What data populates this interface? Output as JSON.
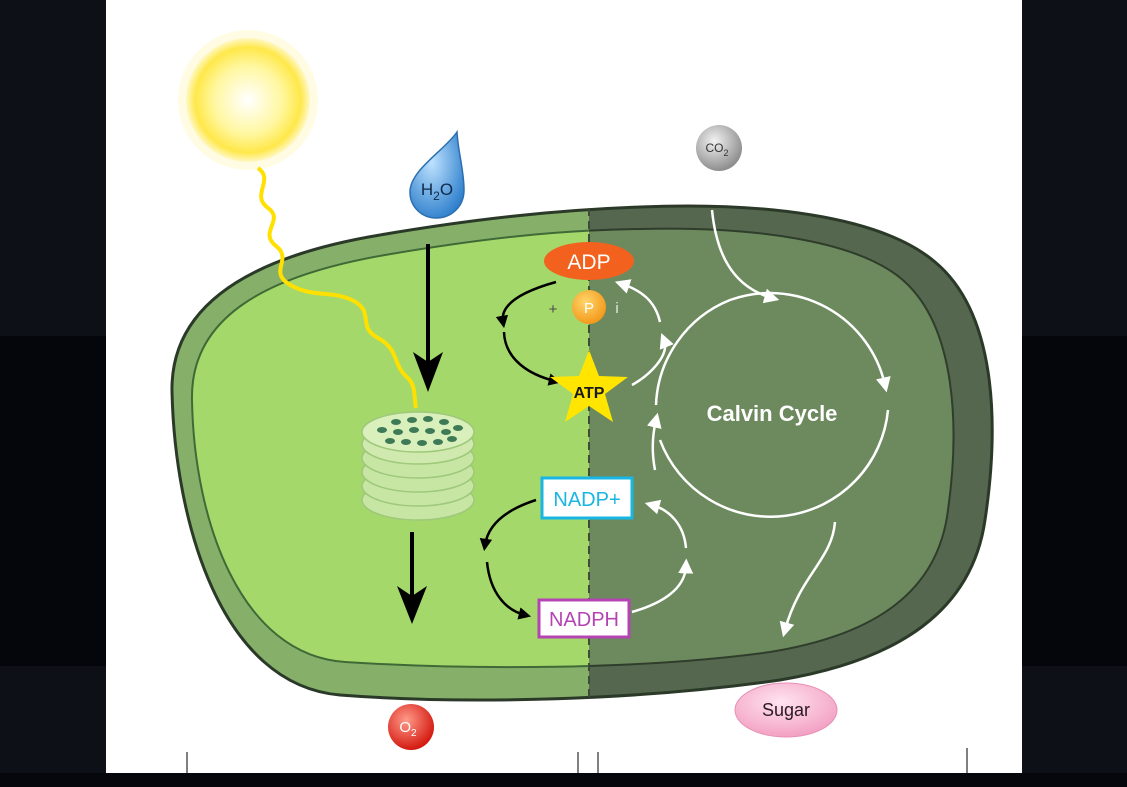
{
  "molecules": {
    "water": "H2O",
    "water_main": "H",
    "water_sub": "2",
    "water_tail": "O",
    "carbon_dioxide_main": "CO",
    "carbon_dioxide_sub": "2",
    "oxygen_main": "O",
    "oxygen_sub": "2",
    "adp": "ADP",
    "plus": "+",
    "phosphate": "P",
    "phosphate_suffix": "i",
    "atp": "ATP",
    "nadp_plus": "NADP+",
    "nadph": "NADPH",
    "sugar": "Sugar"
  },
  "cycle": {
    "label": "Calvin Cycle"
  },
  "colors": {
    "stroma_light": "#a4d86a",
    "stroma_dark": "#6d8a5f",
    "membrane_light": "#86b06a",
    "membrane_dark": "#56674f",
    "adp": "#f2621e",
    "atp": "#ffe500",
    "nadp_plus": "#19b6e3",
    "nadph": "#b444b3",
    "sugar": "#f7b8d2",
    "oxygen": "#e82a1e",
    "water": "#3a8fd6",
    "sun": "#fff45a"
  }
}
